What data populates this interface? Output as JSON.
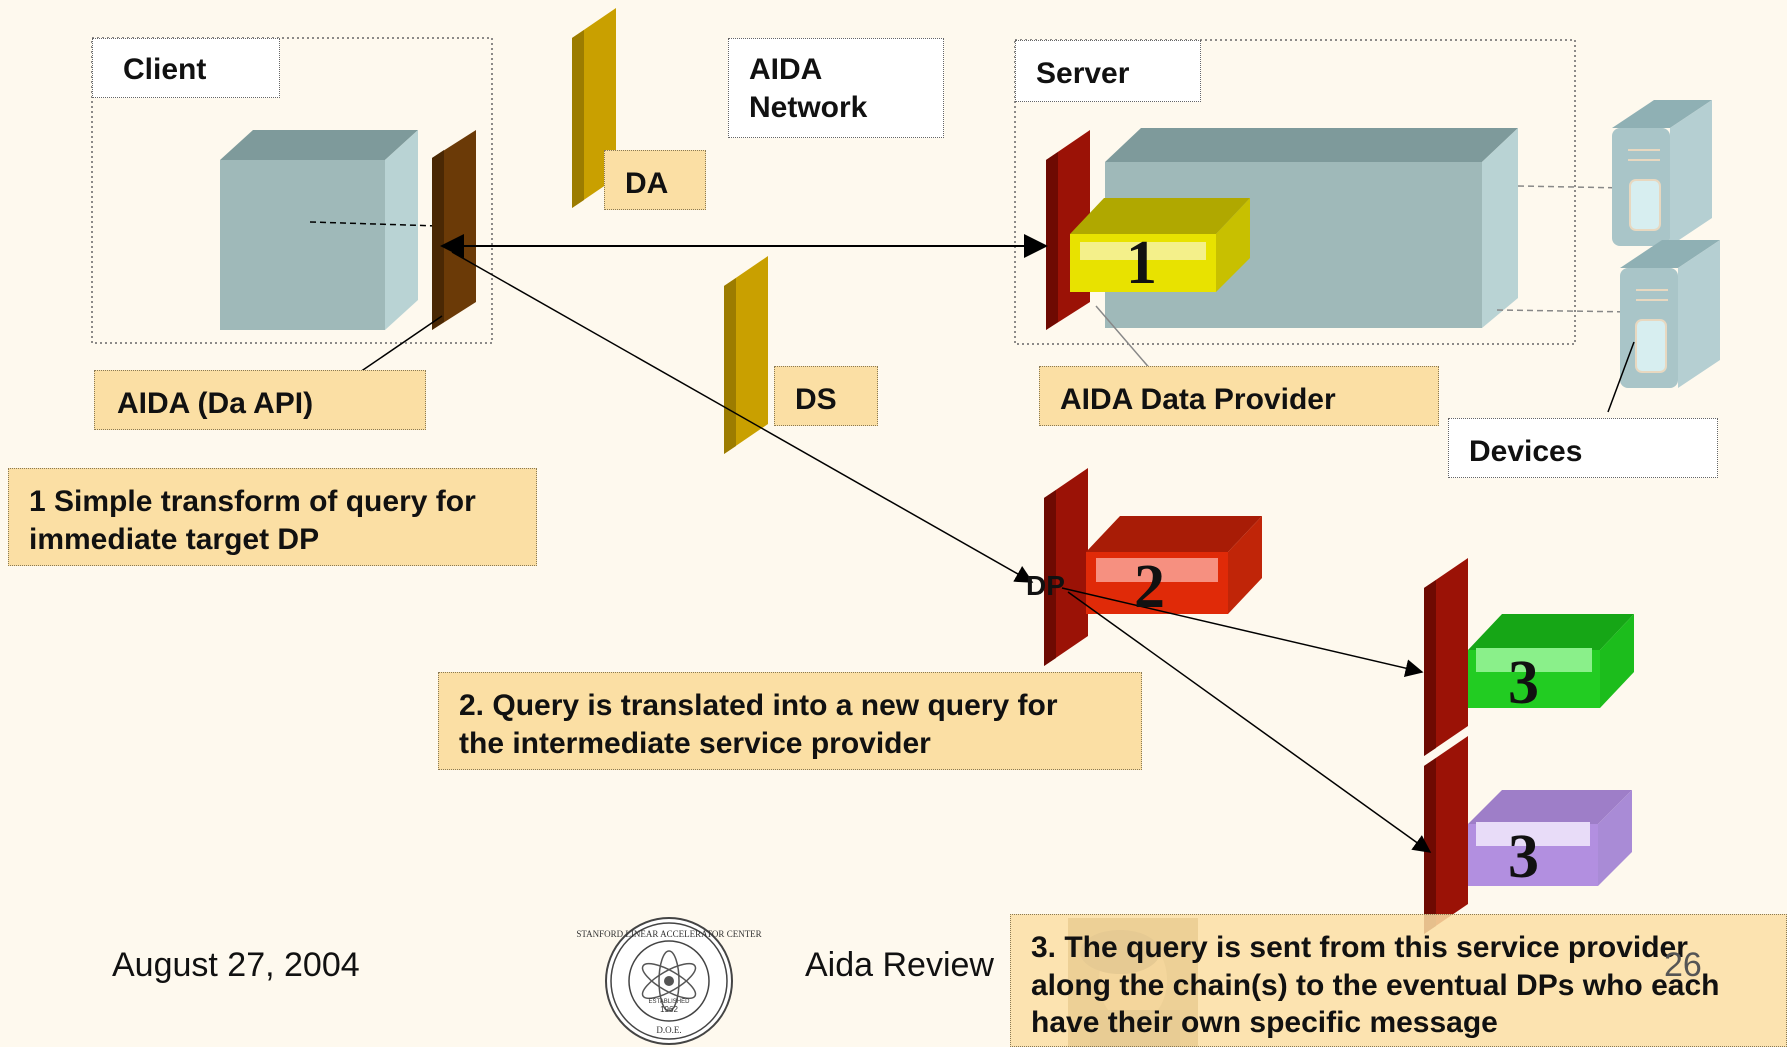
{
  "boxes": {
    "client": "Client",
    "network": "AIDA\nNetwork",
    "server": "Server",
    "da": "DA",
    "ds": "DS",
    "aida_api": "AIDA (Da API)",
    "aida_dp": "AIDA Data Provider",
    "devices": "Devices",
    "dp": "DP"
  },
  "notes": {
    "note1": "1 Simple transform of query for\nimmediate target DP",
    "note2": "2. Query is translated into a new query for\nthe intermediate service provider",
    "note3": "3. The query is sent from this service provider\nalong the chain(s) to the eventual DPs who each\nhave their own specific message"
  },
  "markers": {
    "m1": "1",
    "m2": "2",
    "m3a": "3",
    "m3b": "3"
  },
  "footer": {
    "date": "August 27, 2004",
    "title": "Aida Review",
    "page": "26"
  },
  "seal": {
    "top_text": "STANFORD LINEAR ACCELERATOR CENTER",
    "established": "ESTABLISHED",
    "year": "1962",
    "doe": "D.O.E."
  },
  "colors": {
    "background": "#FEF9EE",
    "note_fill": "#FBDFA4",
    "panel_dark_red": "#9B1206",
    "panel_gold": "#C9A000",
    "panel_brown": "#6B3A07",
    "cube_gray": "#9FB9B9",
    "block_yellow": "#E8E200",
    "block_red": "#E02A08",
    "block_green": "#22CC22",
    "block_purple": "#B28FE0"
  }
}
